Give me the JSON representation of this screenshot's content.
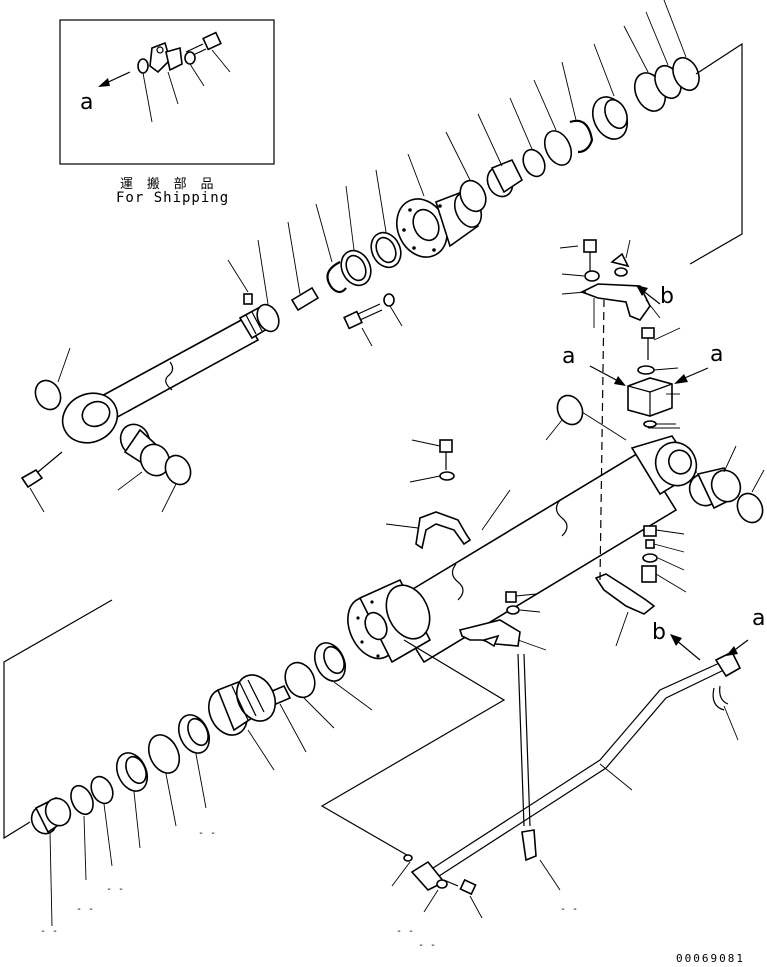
{
  "inset": {
    "caption_jp": "運 搬 部 品",
    "caption_en": "For Shipping",
    "arrow_label": "a"
  },
  "callouts": {
    "a_upper_left": "a",
    "a_upper_right": "a",
    "b_upper": "b",
    "b_lower": "b",
    "a_lower_right": "a"
  },
  "figure_id": "00069081",
  "stray_marks": {
    "m1": "- -",
    "m2": "- -",
    "m3": "- -",
    "m4": "- -",
    "m5": "- -",
    "m6": "- -",
    "m7": "- -"
  }
}
